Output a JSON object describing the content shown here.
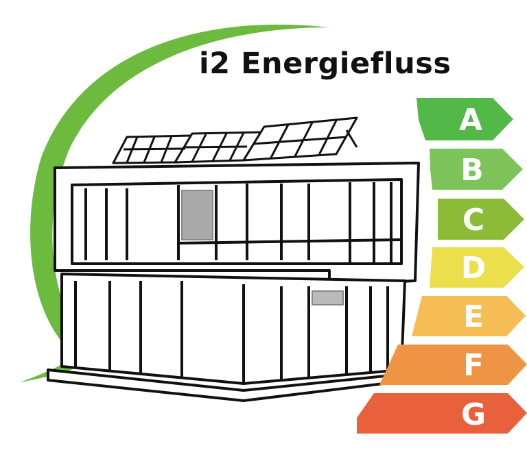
{
  "title": "i2 Energiefluss",
  "energy_classes": [
    {
      "label": "A",
      "color": "#52b847"
    },
    {
      "label": "B",
      "color": "#7cc35a"
    },
    {
      "label": "C",
      "color": "#8bbb37"
    },
    {
      "label": "D",
      "color": "#ecdf4c"
    },
    {
      "label": "E",
      "color": "#f6bd55"
    },
    {
      "label": "F",
      "color": "#ee9444"
    },
    {
      "label": "G",
      "color": "#e9603d"
    }
  ],
  "swoosh_color": "#6cbb3f"
}
